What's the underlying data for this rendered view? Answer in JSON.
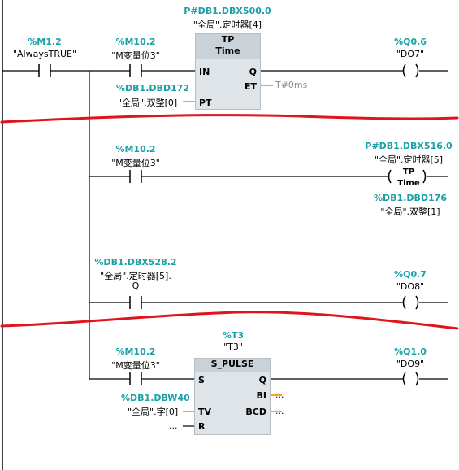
{
  "network1": {
    "contact1": {
      "addr": "%M1.2",
      "label": "\"AlwaysTRUE\""
    },
    "contact2": {
      "addr": "%M10.2",
      "label": "\"M变量位3\""
    },
    "timer_instance": {
      "addr": "P#DB1.DBX500.0",
      "label": "\"全局\".定时器[4]"
    },
    "tp_block": {
      "title": "TP",
      "subtitle": "Time",
      "pin_in": "IN",
      "pin_pt": "PT",
      "pin_q": "Q",
      "pin_et": "ET",
      "et_value": "T#0ms"
    },
    "pt_param": {
      "addr": "%DB1.DBD172",
      "label": "\"全局\".双整[0]"
    },
    "coil": {
      "addr": "%Q0.6",
      "label": "\"DO7\""
    }
  },
  "network2": {
    "contact": {
      "addr": "%M10.2",
      "label": "\"M变量位3\""
    },
    "tp_coil": {
      "addr": "P#DB1.DBX516.0",
      "label": "\"全局\".定时器[5]",
      "title": "TP",
      "subtitle": "Time"
    },
    "tp_coil_param": {
      "addr": "%DB1.DBD176",
      "label": "\"全局\".双整[1]"
    }
  },
  "network3": {
    "contact": {
      "addr": "%DB1.DBX528.2",
      "label_line1": "\"全局\".定时器[5].",
      "label_line2": "Q"
    },
    "coil": {
      "addr": "%Q0.7",
      "label": "\"DO8\""
    }
  },
  "network4": {
    "block_instance": {
      "addr": "%T3",
      "label": "\"T3\""
    },
    "contact": {
      "addr": "%M10.2",
      "label": "\"M变量位3\""
    },
    "spulse": {
      "title": "S_PULSE",
      "pin_s": "S",
      "pin_tv": "TV",
      "pin_r": "R",
      "pin_q": "Q",
      "pin_bi": "BI",
      "pin_bcd": "BCD",
      "empty": "..."
    },
    "tv_param": {
      "addr": "%DB1.DBW40",
      "label": "\"全局\".字[0]"
    },
    "coil": {
      "addr": "%Q1.0",
      "label": "\"DO9\""
    }
  },
  "colors": {
    "address": "#1aa0a6",
    "wire": "#000000",
    "box": "#dfe4e8",
    "pin_line": "#f5a623",
    "annotation": "#e0141b"
  }
}
